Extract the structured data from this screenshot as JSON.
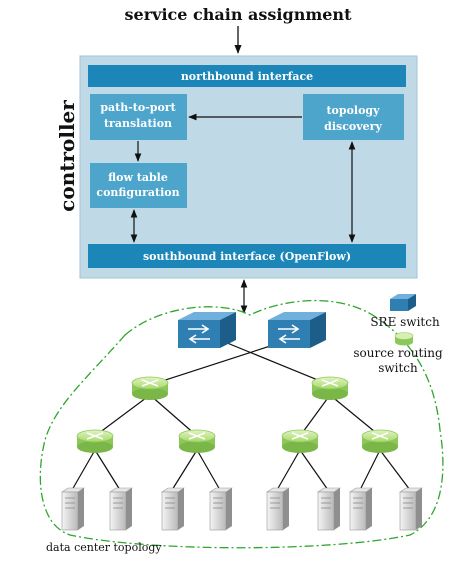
{
  "title": "service chain assignment",
  "controller": {
    "label": "controller",
    "northbound": "northbound interface",
    "southbound": "southbound interface (OpenFlow)",
    "path_to_port": [
      "path-to-port",
      "translation"
    ],
    "topology_discovery": [
      "topology",
      "discovery"
    ],
    "flow_table": [
      "flow table",
      "configuration"
    ]
  },
  "legend": {
    "sre_switch": "SRE switch",
    "source_routing": [
      "source routing",
      "switch"
    ]
  },
  "topology_label": "data center topology",
  "colors": {
    "controller_bg": "#c0d9e6",
    "box_blue": "#1c86b8",
    "module_blue": "#4da5cc",
    "sre_blue": "#2f7fb3",
    "router_green": "#a6d96a",
    "boundary_green": "#2fa52f"
  }
}
